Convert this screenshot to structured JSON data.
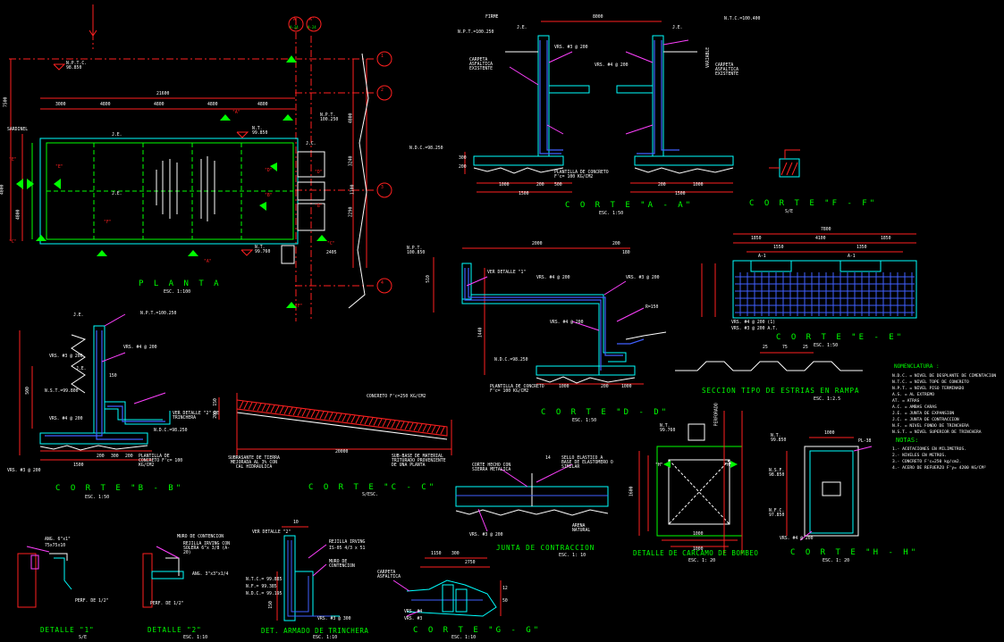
{
  "colors": {
    "background": "#000000",
    "green": "#00ff00",
    "cyan": "#00ffff",
    "red": "#ff2020",
    "white": "#ffffff",
    "yellow": "#ffff00",
    "blue": "#4060ff",
    "magenta": "#ff40ff",
    "orange": "#ff8040"
  },
  "titles": {
    "planta": "P L A N T A",
    "planta_scale": "ESC. 1:100",
    "corte_aa": "C O R T E  \"A - A\"",
    "corte_aa_scale": "ESC. 1:50",
    "corte_ff": "C O R T E  \"F - F\"",
    "corte_ff_scale": "S/E",
    "corte_dd": "C O R T E  \"D - D\"",
    "corte_dd_scale": "ESC. 1:50",
    "corte_ee": "C O R T E  \"E - E\"",
    "corte_ee_scale": "ESC. 1:50",
    "seccion_estrias": "SECCION TIPO DE ESTRIAS EN RAMPA",
    "seccion_estrias_scale": "ESC. 1:2.5",
    "corte_bb": "C O R T E  \"B - B\"",
    "corte_bb_scale": "ESC. 1:50",
    "corte_cc": "C O R T E  \"C - C\"",
    "corte_cc_scale": "S/ESC.",
    "junta": "JUNTA DE CONTRACCION",
    "junta_scale": "ESC. 1: 10",
    "carcamo": "DETALLE DE CARCAMO DE BOMBEO",
    "carcamo_scale": "ESC. 1: 20",
    "corte_hh": "C O R T E  \"H - H\"",
    "corte_hh_scale": "ESC. 1: 20",
    "detalle_1": "DETALLE \"1\"",
    "detalle_1_scale": "S/E",
    "detalle_2": "DETALLE \"2\"",
    "detalle_2_scale": "ESC. 1:10",
    "det_armado": "DET. ARMADO DE TRINCHERA",
    "det_armado_scale": "ESC. 1:10",
    "corte_gg": "C O R T E  \"G - G\"",
    "corte_gg_scale": "ESC. 1:10"
  },
  "nomenclatura": {
    "heading": "NOMENCLATURA :",
    "items": [
      "N.D.C.  =  NIVEL DE DESPLANTE DE CIMENTACION",
      "N.T.C.  =  NIVEL TOPE DE CONCRETO",
      "N.P.T.  =  NIVEL PISO TERMINADO",
      "A.S.     =  AL EXTREMO",
      "AT.      =  ATRAS",
      "A.C.     =  AMBAS CARAS",
      "J.E.     =  JUNTA DE EXPANSION",
      "J.C.     =  JUNTA DE CONTRACCION",
      "N.F.     =  NIVEL FONDO DE TRINCHERA",
      "N.S.T.   =  NIVEL SUPERIOR DE TRINCHERA"
    ]
  },
  "notas": {
    "heading": "NOTAS:",
    "items": [
      "1.- ACOTACIONES EN MILIMETROS.",
      "2.- NIVELES EN METROS.",
      "3.- CONCRETO F'c=250 kg/cm2.",
      "4.- ACERO DE REFUERZO F'y= 4200 KG/CM²"
    ]
  },
  "plan": {
    "grid_numbers": [
      "1",
      "2",
      "3",
      "4"
    ],
    "grid_letters": [
      "A",
      "A'"
    ],
    "grid_letter_subs": [
      "A-24",
      "A-24"
    ],
    "total_dim": "21600",
    "bay_dims": [
      "3000",
      "4800",
      "4800",
      "4800",
      "4800"
    ],
    "left_dims": [
      "7500",
      "4800",
      "4800"
    ],
    "right_dims": [
      "4800",
      "3240",
      "1100",
      "2290",
      "2405"
    ],
    "level_top": "N.P.T.C.\n98.850",
    "level_right_1": "N.P.T.\n100.250",
    "level_right_2": "N.T.\n99.850",
    "level_right_3": "N.T.\n99.760",
    "sardinel": "SARDINEL",
    "je_label": "J.E.",
    "jc_label": "J.C.",
    "section_marks": [
      "\"A\"",
      "\"A\"",
      "\"B\"",
      "\"B\"",
      "\"C\"",
      "\"C\"",
      "\"D\"",
      "\"D\"",
      "\"E\"",
      "\"E\"",
      "\"F\"",
      "\"F\""
    ]
  },
  "corte_aa": {
    "texts": [
      "FIRME",
      "J.E.",
      "N.P.T.=100.250",
      "CARPETA ASFALTICA EXISTENTE",
      "VRS. #3 @ 200",
      "VRS. #4 @ 200",
      "J.E.",
      "N.T.C.=100.400",
      "VARIABLE",
      "CARPETA ASFALTICA EXISTENTE",
      "N.D.C.=98.250",
      "PLANTILLA DE CONCRETO F'c= 100 KG/CM2"
    ],
    "dims": [
      "8000",
      "1000",
      "200",
      "1500",
      "1000",
      "200",
      "1500",
      "300",
      "200",
      "500"
    ]
  },
  "corte_dd": {
    "texts": [
      "N.P.T.\n100.850",
      "VER DETALLE \"1\"",
      "VRS. #4 @ 200",
      "VRS. #3 @ 200",
      "R=150",
      "VRS. #4 @ 200",
      "N.D.C.=98.250",
      "PLANTILLA DE CONCRETO F'c= 100 KG/CM2"
    ],
    "dims": [
      "2000",
      "200",
      "180",
      "510",
      "1440",
      "1000",
      "200",
      "1000"
    ]
  },
  "corte_ee": {
    "texts": [
      "A-1",
      "A-1",
      "VRS. #4 @ 200 (1)",
      "VRS. #3 @ 200 A.T."
    ],
    "dims": [
      "7800",
      "1850",
      "4100",
      "1850",
      "1550",
      "1350"
    ]
  },
  "estrias": {
    "dims": [
      "25",
      "75",
      "25"
    ]
  },
  "corte_bb": {
    "texts": [
      "J.E.",
      "N.P.T.=100.250",
      "VRS. #4 @ 200",
      "J.E.",
      "N.S.T.=99.800",
      "VRS. #3 @ 200",
      "VRS. #4 @ 200",
      "VER DETALLE \"2\" DE TRINCHERA",
      "N.D.C.=98.250",
      "PLANTILLA DE CONCRETO F'c= 100 KG/CM2",
      "VRS. #3 @ 200"
    ],
    "dims": [
      "1500",
      "200",
      "300",
      "200",
      "150",
      "500"
    ]
  },
  "corte_cc": {
    "texts": [
      "CONCRETO F'c=250 KG/CM2",
      "SUBRASANTE DE TIERRA MEJORADA AL 3% CON CAL HIDRAULICA",
      "SUB-BASE DE MATERIAL TRITURADO PROVENIENTE DE UNA PLANTA"
    ],
    "dims": [
      "20000",
      "150",
      "200"
    ]
  },
  "junta": {
    "texts": [
      "SELLO ELASTICO A BASE DE ELASTOMERO O SIMILAR",
      "CORTE HECHO CON SIERRA METALICA",
      "ARENA NATURAL",
      "VRS. #3 @ 200"
    ],
    "dims": [
      "14"
    ]
  },
  "carcamo": {
    "texts": [
      "N.T.\n99.760",
      "PERFORADO",
      "\"H\"",
      "\"H\""
    ],
    "dims": [
      "1600",
      "1000",
      "1000"
    ]
  },
  "corte_hh": {
    "texts": [
      "N.T.\n99.850",
      "PL-38",
      "N.S.F.\n98.850",
      "N.F.C.\n97.850",
      "VRS. #4 @ 200"
    ],
    "dims": [
      "1000"
    ]
  },
  "detalle_1": {
    "texts": [
      "ANG. 6\"x1\"",
      "75x75x10",
      "PERF. DE 1/2\""
    ]
  },
  "detalle_2": {
    "texts": [
      "MURO DE CONTENCION",
      "REJILLA IRVING CON SOLERA 6\"x 3/8 (A-20)",
      "ANG. 3\"x3\"x1/4",
      "PERF. DE 1/2\""
    ]
  },
  "det_armado": {
    "texts": [
      "VER DETALLE \"2\"",
      "REJILLA IRVING",
      "IS-05 4/3 x 51",
      "MURO DE CONTENCION",
      "N.T.C.= 99.885",
      "N.F.= 99.385",
      "N.D.C.= 99.195",
      "VRS. #3 @ 300"
    ],
    "dims": [
      "10",
      "150"
    ]
  },
  "corte_gg": {
    "texts": [
      "CARPETA ASFALTICA",
      "VRS. #4",
      "VRS. #3"
    ],
    "dims": [
      "1150",
      "300",
      "2750",
      "12",
      "50"
    ]
  }
}
